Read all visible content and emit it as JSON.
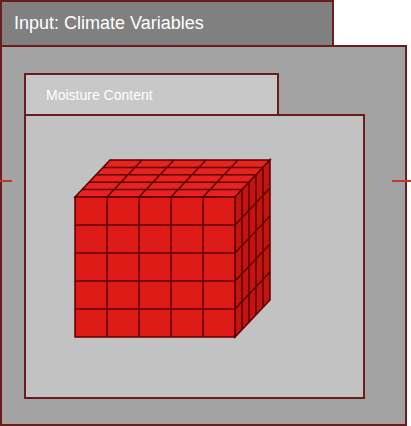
{
  "diagram": {
    "nodes": [
      {
        "text": [
          "Input: Climate Variables"
        ]
      },
      {
        "text": [
          "Moisture Content"
        ],
        "in": 0
      }
    ]
  }
}
